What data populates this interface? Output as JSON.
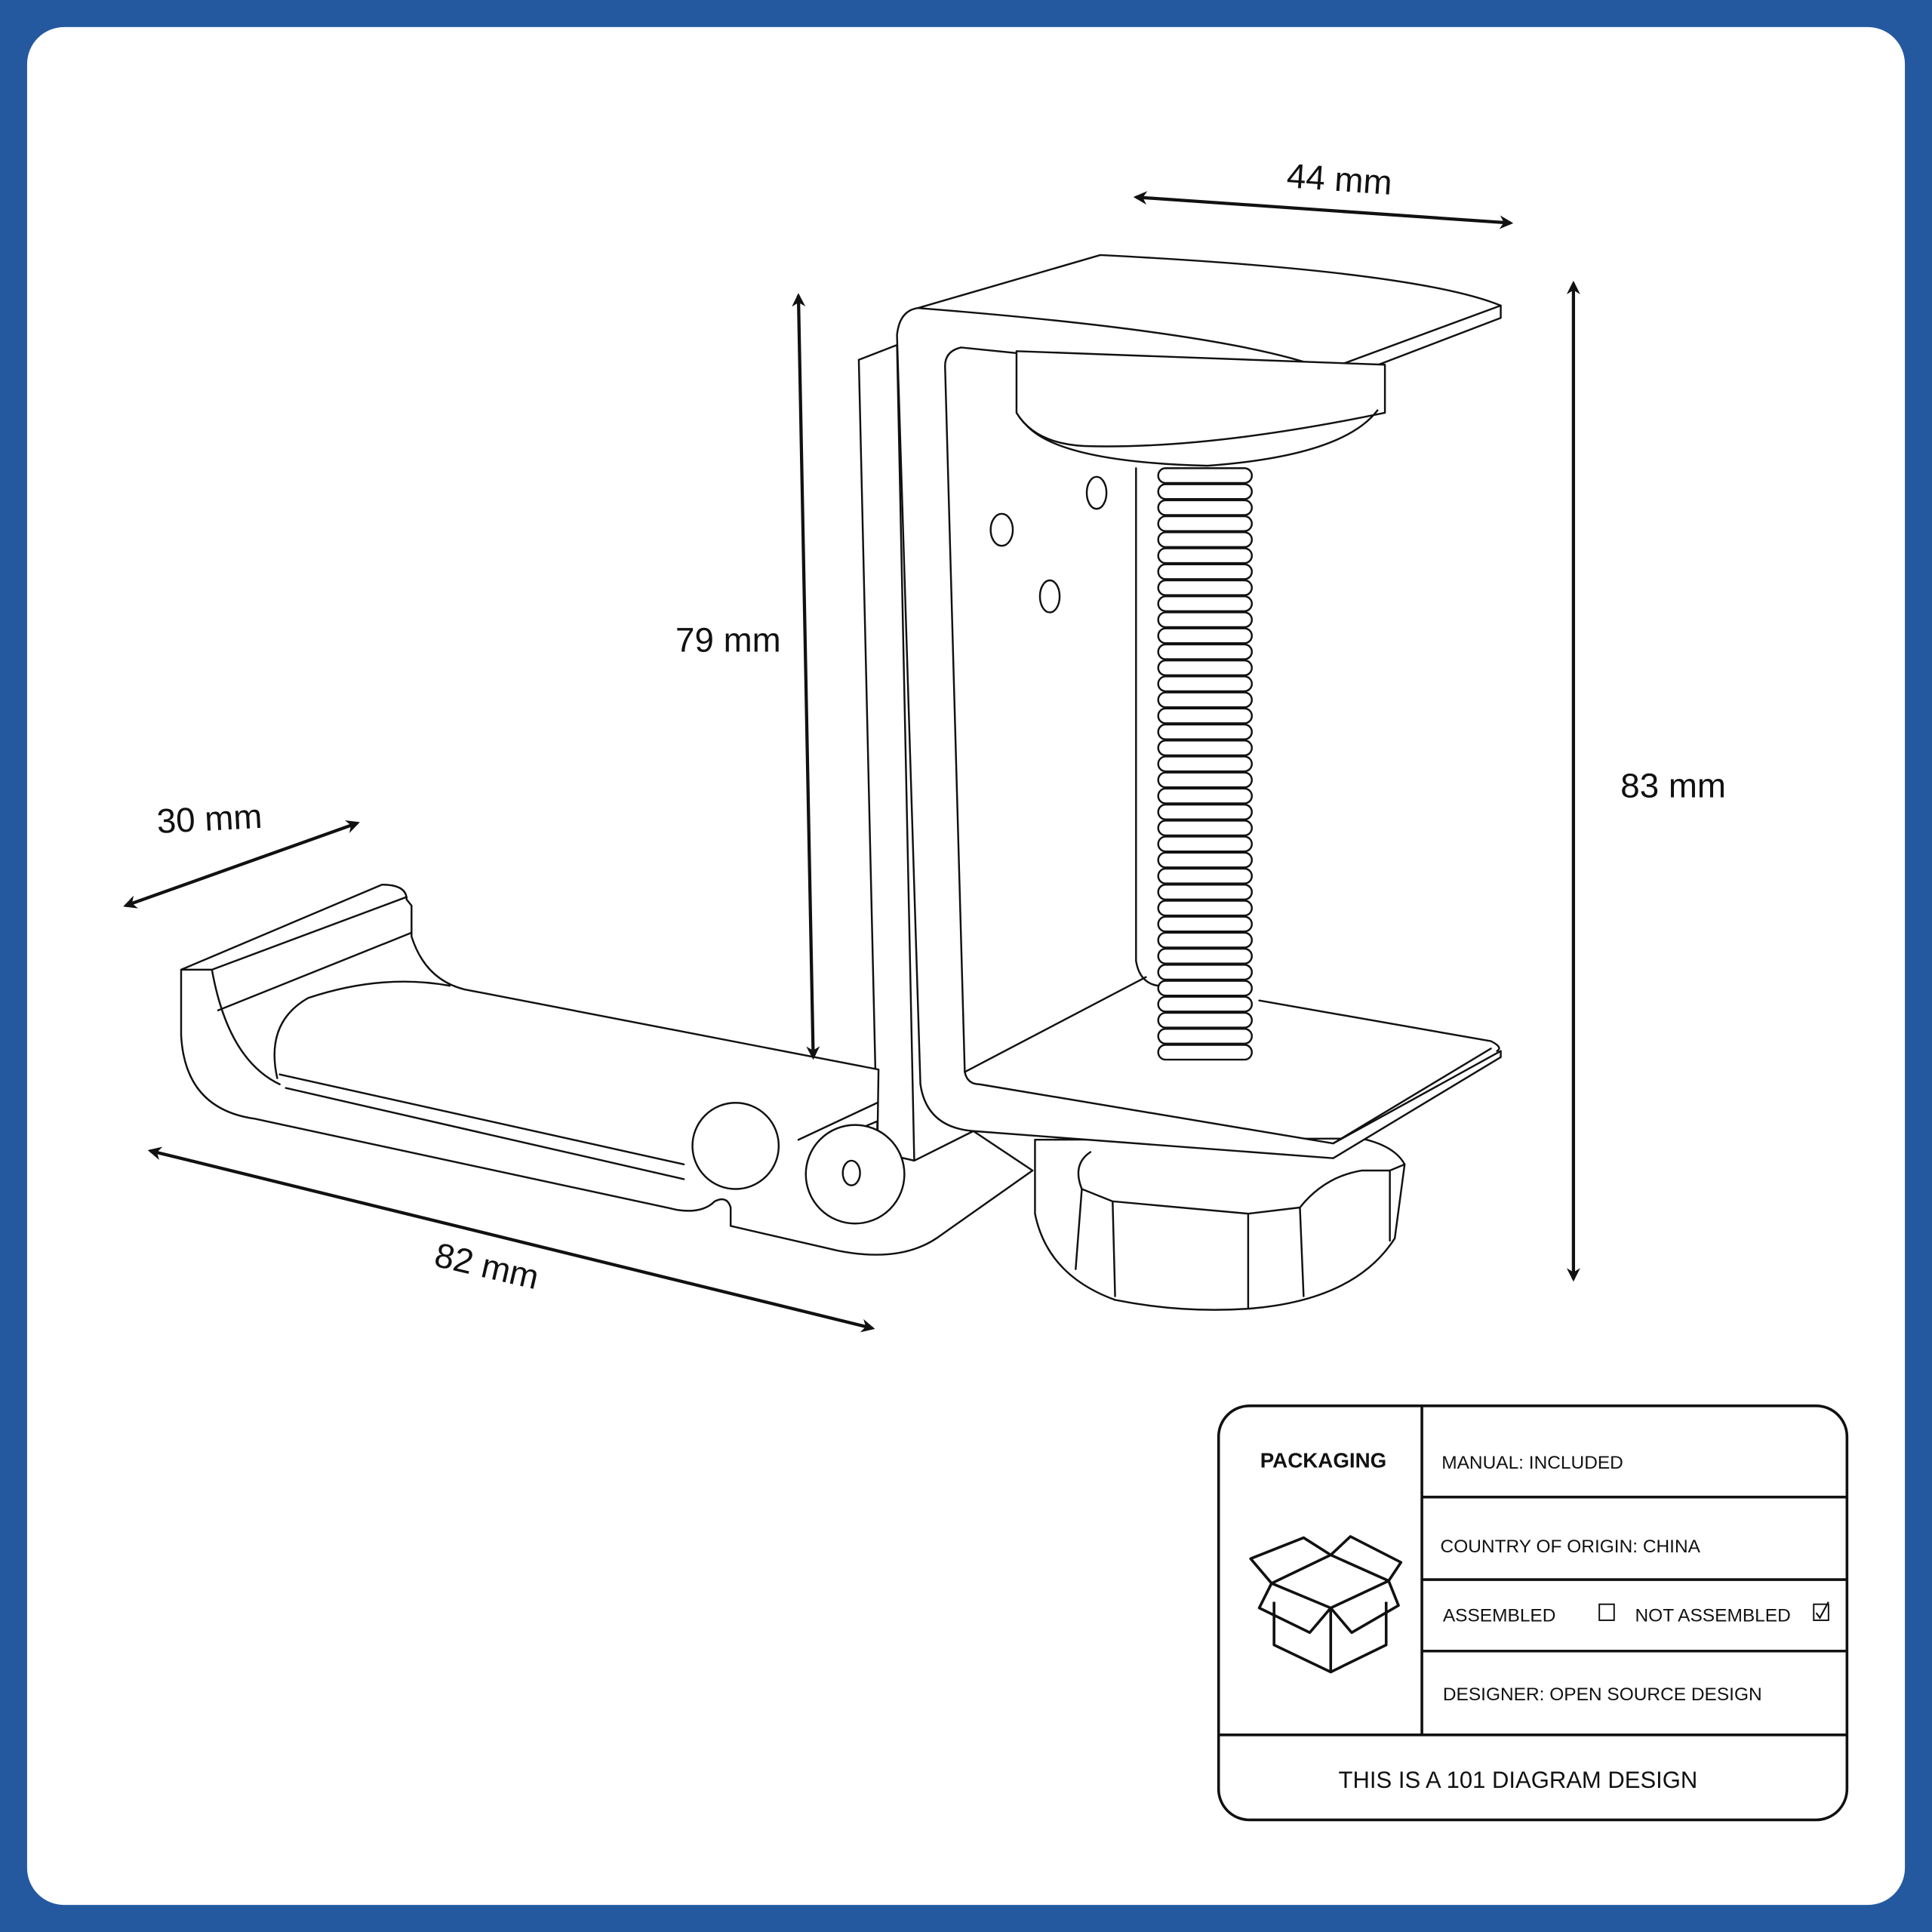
{
  "colors": {
    "frame": "#2459a0",
    "background": "#ffffff",
    "ink": "#111111"
  },
  "dimensions": {
    "width_top": "44 mm",
    "inner_height": "79 mm",
    "total_height": "83 mm",
    "arm_width": "30 mm",
    "arm_length": "82 mm"
  },
  "packaging": {
    "title": "PACKAGING",
    "icon": "open-box-icon",
    "manual": "MANUAL: INCLUDED",
    "country": "COUNTRY OF ORIGIN: CHINA",
    "assembled_label": "ASSEMBLED",
    "assembled_checked": false,
    "not_assembled_label": "NOT ASSEMBLED",
    "not_assembled_checked": true,
    "designer": "DESIGNER: OPEN SOURCE DESIGN",
    "footer": "THIS IS A 101 DIAGRAM DESIGN"
  }
}
